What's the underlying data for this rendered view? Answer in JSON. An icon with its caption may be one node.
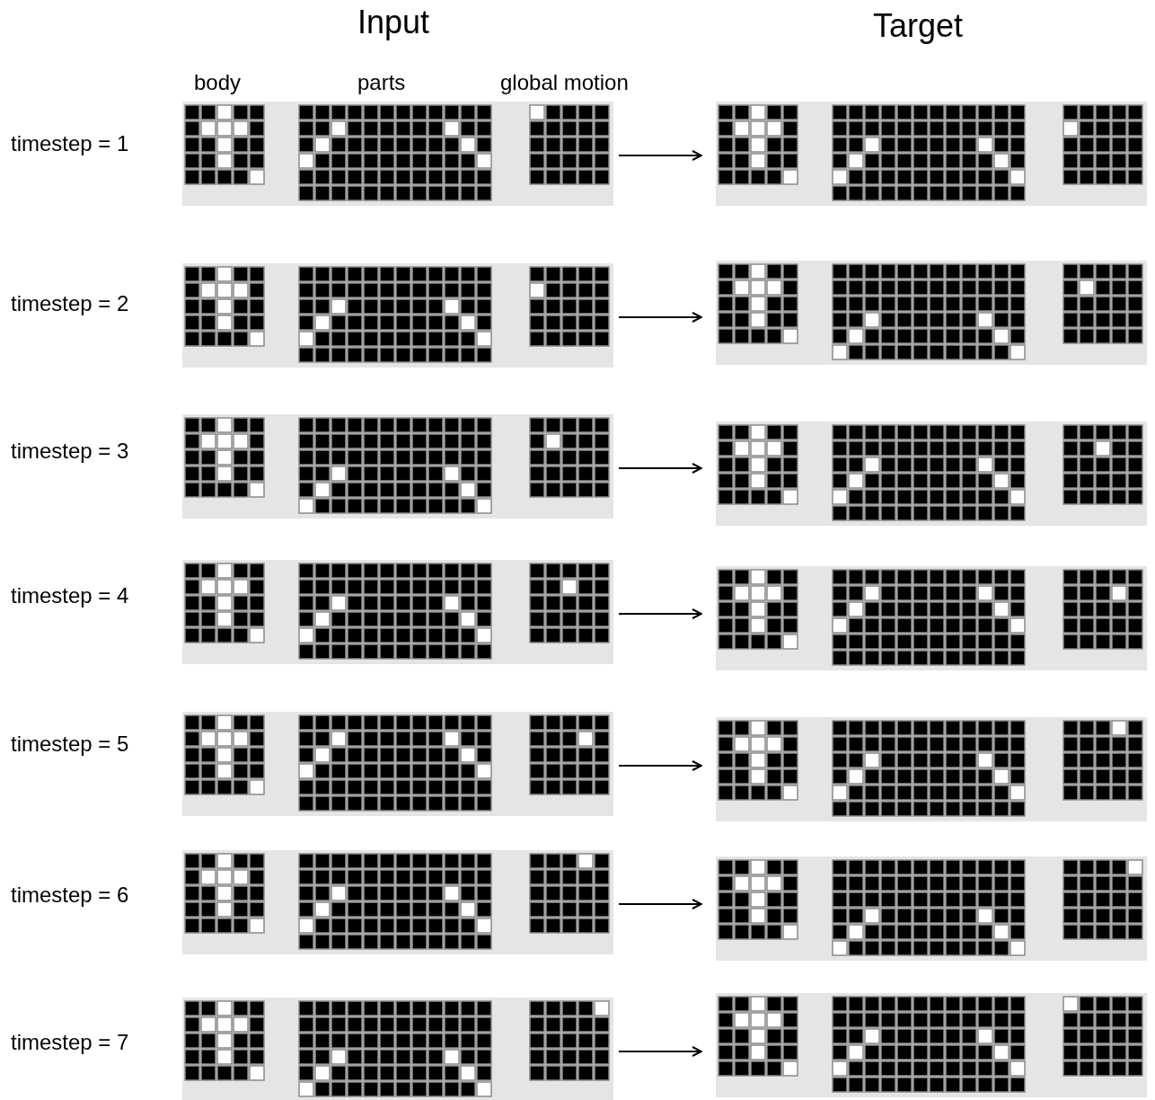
{
  "diagram": {
    "nodes": [
      {
        "text": [],
        "shape": "box"
      },
      {
        "text": [],
        "shape": "box"
      },
      {
        "text": [],
        "shape": "box"
      },
      {
        "text": [],
        "shape": "box"
      },
      {
        "text": [],
        "shape": "box"
      },
      {
        "text": [],
        "shape": "box"
      },
      {
        "text": [],
        "shape": "box"
      },
      {
        "text": [],
        "shape": "box"
      },
      {
        "text": [],
        "shape": "box"
      },
      {
        "text": [],
        "shape": "box"
      },
      {
        "text": [],
        "shape": "box"
      },
      {
        "text": [],
        "shape": "box"
      },
      {
        "text": [],
        "shape": "box"
      },
      {
        "text": [],
        "shape": "box"
      }
    ],
    "edges": [
      {
        "from": 0,
        "to": 1,
        "arrow": "to"
      },
      {
        "from": 2,
        "to": 3,
        "arrow": "to"
      },
      {
        "from": 4,
        "to": 5,
        "arrow": "to"
      },
      {
        "from": 6,
        "to": 7,
        "arrow": "to"
      },
      {
        "from": 8,
        "to": 9,
        "arrow": "to"
      },
      {
        "from": 10,
        "to": 11,
        "arrow": "to"
      },
      {
        "from": 12,
        "to": 13,
        "arrow": "to"
      }
    ],
    "labels": [
      "Input",
      "Target",
      "body",
      "parts",
      "global motion",
      "timestep = 1",
      "timestep = 2",
      "timestep = 3",
      "timestep = 4",
      "timestep = 5",
      "timestep = 6",
      "timestep = 7"
    ]
  }
}
